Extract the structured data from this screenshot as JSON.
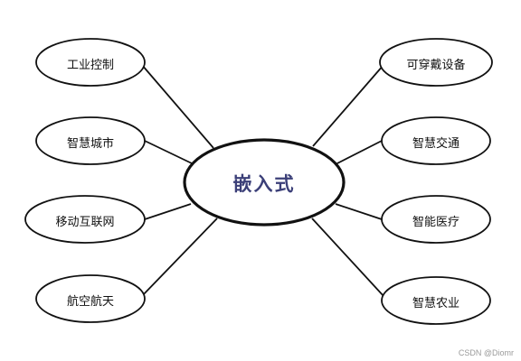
{
  "center": {
    "label": "嵌入式"
  },
  "left_nodes": [
    {
      "label": "工业控制"
    },
    {
      "label": "智慧城市"
    },
    {
      "label": "移动互联网"
    },
    {
      "label": "航空航天"
    }
  ],
  "right_nodes": [
    {
      "label": "可穿戴设备"
    },
    {
      "label": "智慧交通"
    },
    {
      "label": "智能医疗"
    },
    {
      "label": "智慧农业"
    }
  ],
  "watermark": {
    "text": "CSDN @Diomr"
  }
}
